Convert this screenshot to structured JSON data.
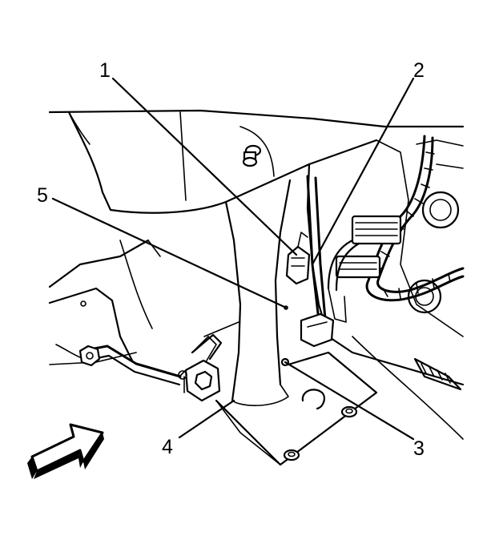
{
  "colors": {
    "ink": "#000000",
    "paper": "#ffffff"
  },
  "callouts": [
    {
      "id": "1",
      "text": "1"
    },
    {
      "id": "2",
      "text": "2"
    },
    {
      "id": "3",
      "text": "3"
    },
    {
      "id": "4",
      "text": "4"
    },
    {
      "id": "5",
      "text": "5"
    }
  ],
  "icons": {
    "direction_arrow": "forward-direction-arrow-icon"
  }
}
